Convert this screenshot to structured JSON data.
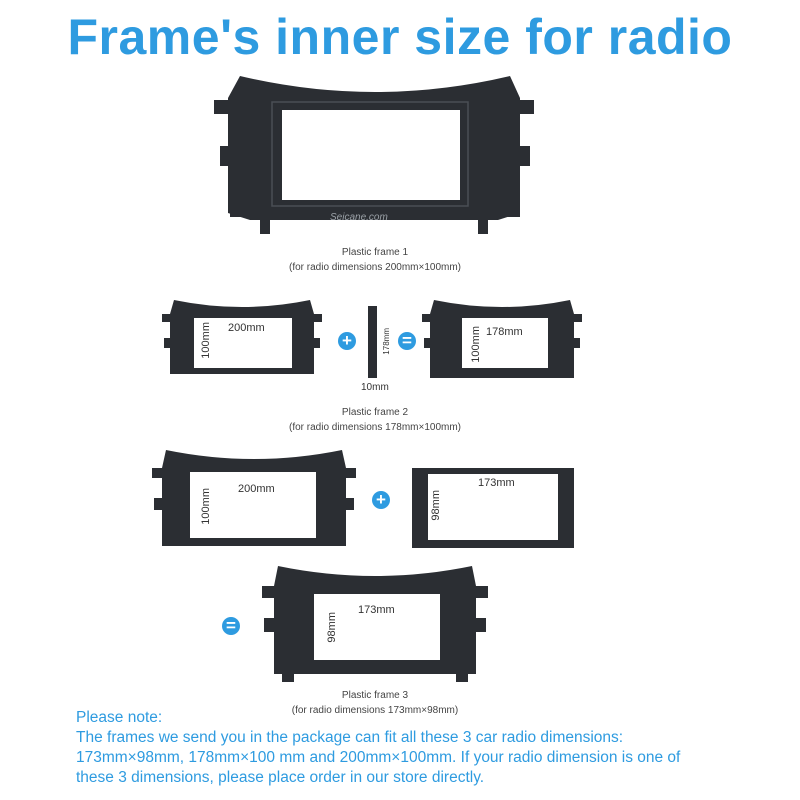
{
  "title": "Frame's inner size for radio",
  "watermark": "Seicane.com",
  "accent_color": "#2E9BE0",
  "frame1": {
    "caption_line1": "Plastic frame 1",
    "caption_line2": "(for radio dimensions 200mm×100mm)"
  },
  "frame2": {
    "caption_line1": "Plastic frame 2",
    "caption_line2": "(for radio dimensions 178mm×100mm)",
    "left_width": "200mm",
    "left_height": "100mm",
    "spacer_height": "178mm",
    "spacer_width": "10mm",
    "right_width": "178mm",
    "right_height": "100mm",
    "plus_symbol": "+",
    "equals_symbol": "="
  },
  "frame3": {
    "caption_line1": "Plastic frame 3",
    "caption_line2": "(for radio dimensions 173mm×98mm)",
    "left_width": "200mm",
    "left_height": "100mm",
    "insert_width": "173mm",
    "insert_height": "98mm",
    "result_width": "173mm",
    "result_height": "98mm",
    "plus_symbol": "+",
    "equals_symbol": "="
  },
  "note": {
    "heading": "Please note:",
    "line1": "The frames we send you in the package can fit all these 3 car radio dimensions:",
    "line2": "173mm×98mm,  178mm×100 mm and  200mm×100mm. If your radio dimension is one of",
    "line3": "these 3 dimensions, please place order in our store directly."
  }
}
